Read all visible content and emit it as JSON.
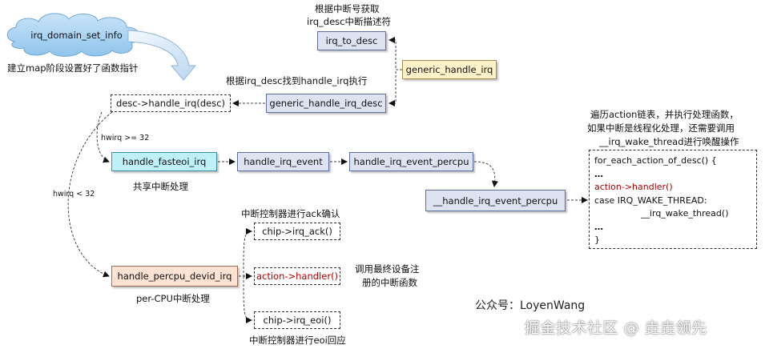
{
  "cloud": {
    "label": "irq_domain_set_info"
  },
  "notes": {
    "map_setup": "建立map阶段设置好了函数指针",
    "get_desc_1": "根据中断号获取",
    "get_desc_2": "irq_desc中断描述符",
    "find_handle": "根据irq_desc找到handle_irq执行",
    "hwirq_ge": "hwirq >= 32",
    "hwirq_lt": "hwirq < 32",
    "shared": "共享中断处理",
    "percpu": "per-CPU中断处理",
    "ack": "中断控制器进行ack确认",
    "call_handler_1": "调用最终设备注",
    "call_handler_2": "册的中断函数",
    "eoi": "中断控制器进行eoi回应",
    "traverse_1": "遍历action链表，并执行处理函数，",
    "traverse_2": "如果中断是线程化处理，还需要调用",
    "traverse_3": "__irq_wake_thread进行唤醒操作"
  },
  "nodes": {
    "irq_to_desc": "irq_to_desc",
    "generic_handle_irq": "generic_handle_irq",
    "generic_handle_irq_desc": "generic_handle_irq_desc",
    "desc_handle_irq": "desc->handle_irq(desc)",
    "handle_fasteoi_irq": "handle_fasteoi_irq",
    "handle_irq_event": "handle_irq_event",
    "handle_irq_event_percpu": "handle_irq_event_percpu",
    "__handle_irq_event_percpu": "__handle_irq_event_percpu",
    "handle_percpu_devid_irq": "handle_percpu_devid_irq",
    "chip_irq_ack": "chip->irq_ack()",
    "action_handler": "action->handler()",
    "chip_irq_eoi": "chip->irq_eoi()"
  },
  "code": {
    "line1": "for_each_action_of_desc() {",
    "line2": "…",
    "line3": "action->handler()",
    "line4": "case IRQ_WAKE_THREAD:",
    "line5": "__irq_wake_thread()",
    "line6": "…",
    "line7": "}"
  },
  "footer": {
    "account": "公众号：LoyenWang",
    "watermark": "掘金技术社区 @ 垚垚领先"
  }
}
